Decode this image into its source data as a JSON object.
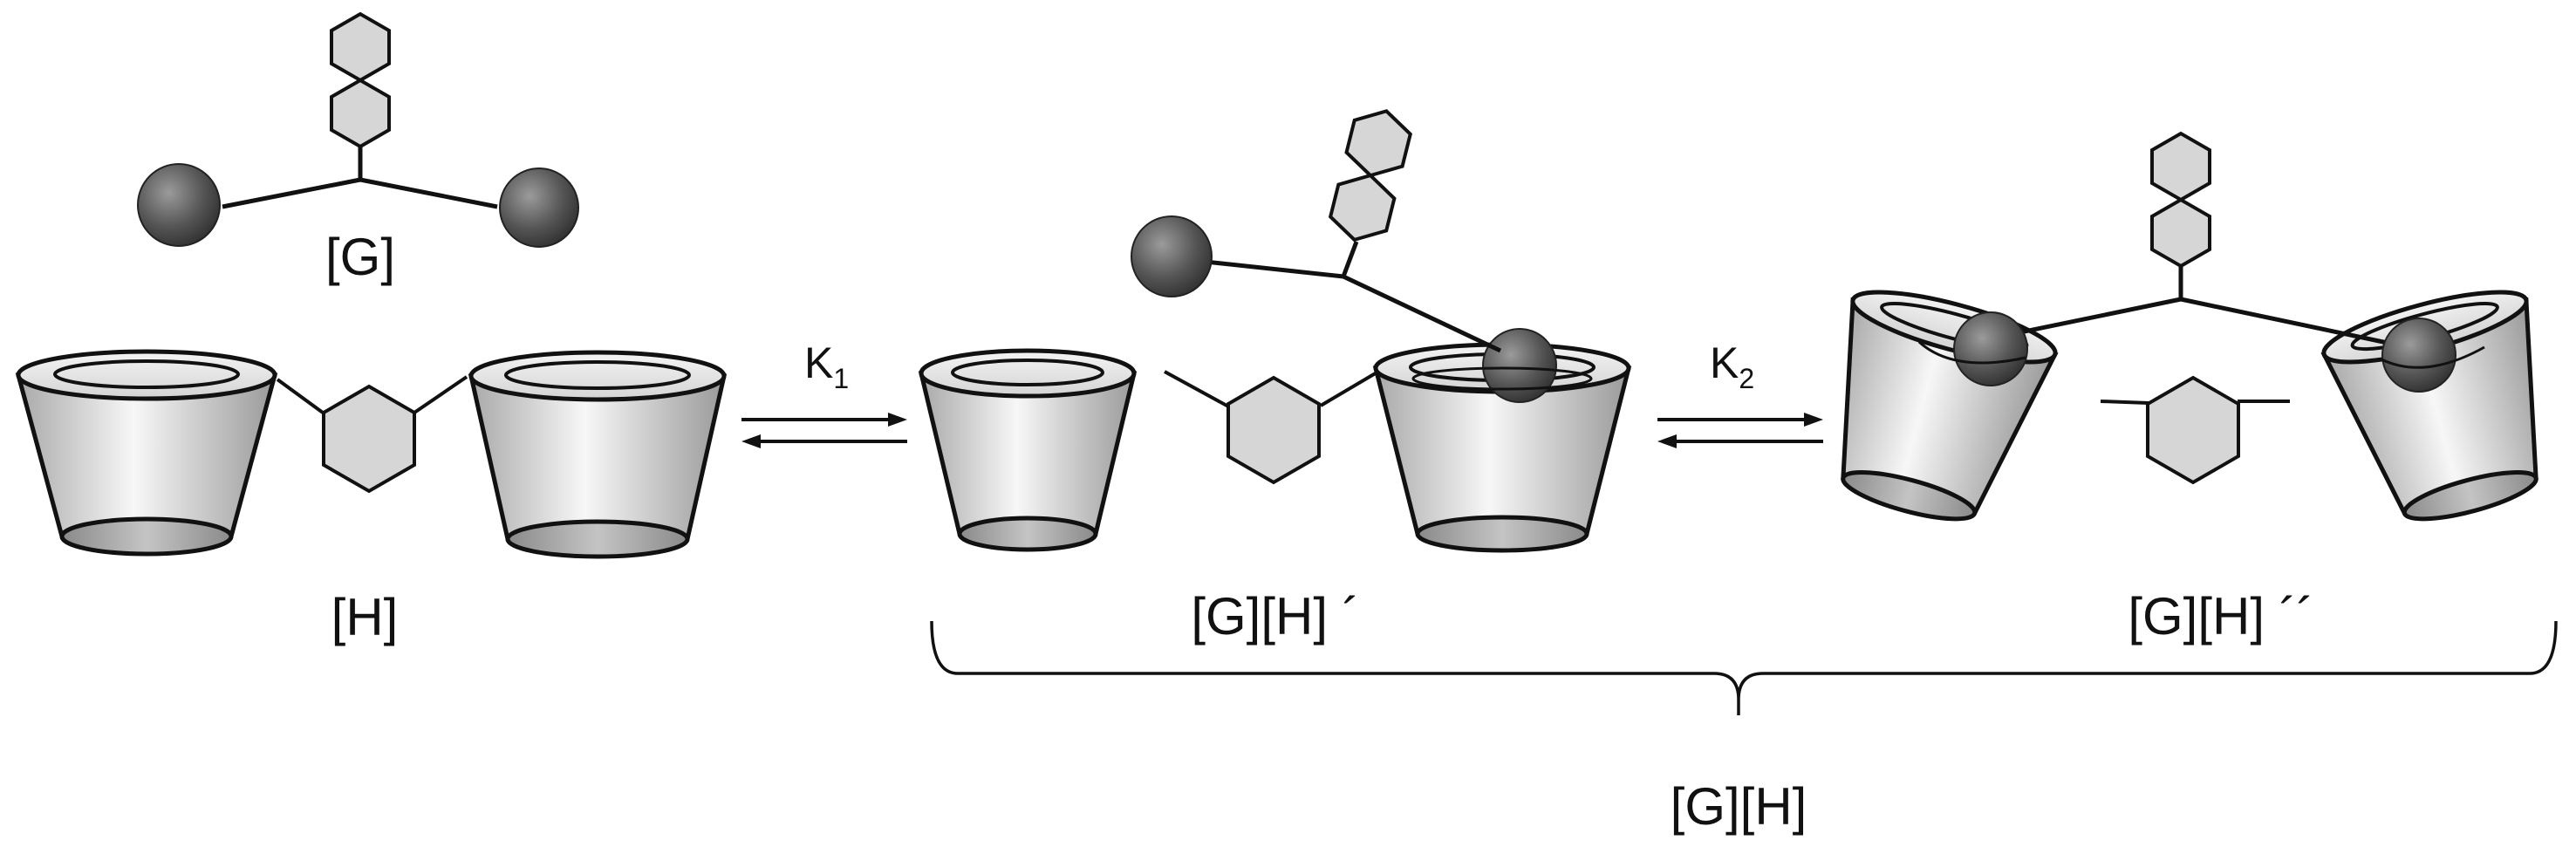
{
  "labels": {
    "guest": "[G]",
    "host": "[H]",
    "complex_1": "[G][H] ´",
    "complex_2": "[G][H] ´´",
    "complex_total": "[G][H]"
  },
  "constants": {
    "k1_letter": "K",
    "k1_sub": "1",
    "k2_letter": "K",
    "k2_sub": "2"
  },
  "colors": {
    "line": "#111111",
    "ring_fill": "#d6d6d6",
    "cup_light": "#f7f7f7",
    "cup_dark": "#a9a9a9",
    "ball_light": "#9b9b9b",
    "ball_dark": "#303030"
  }
}
